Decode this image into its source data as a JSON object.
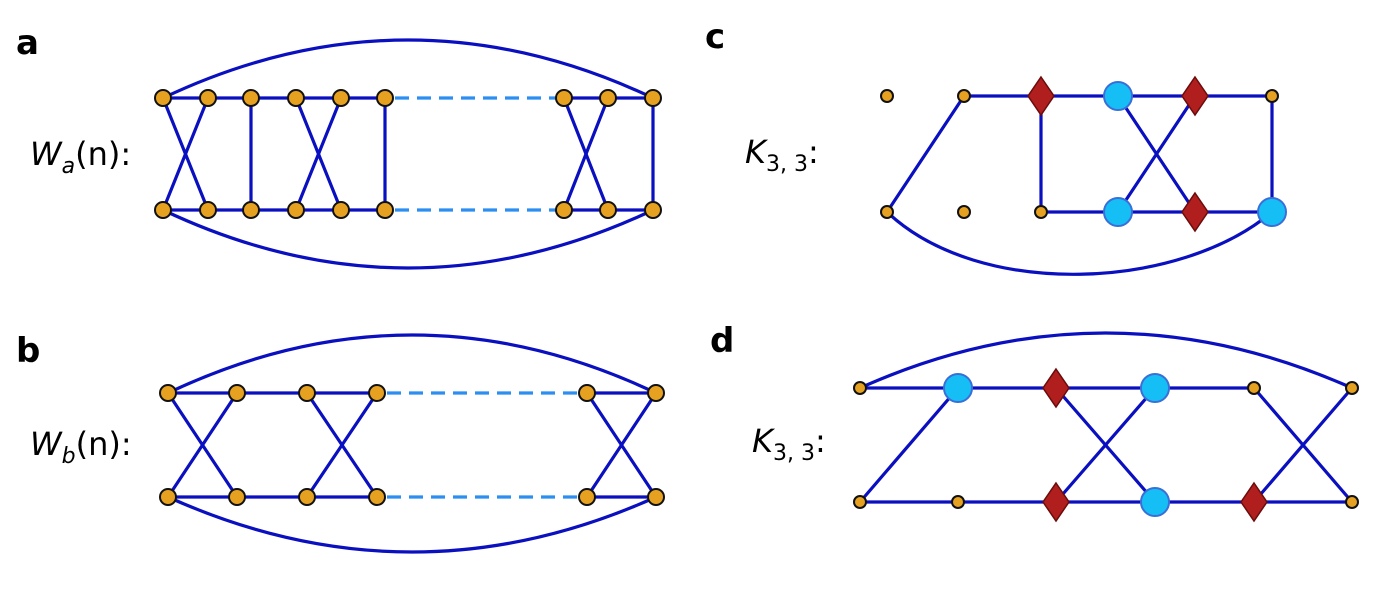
{
  "panels": {
    "a": {
      "letter": "a",
      "label_main": "W",
      "label_sub": "a",
      "label_arg": "(n):"
    },
    "b": {
      "letter": "b",
      "label_main": "W",
      "label_sub": "b",
      "label_arg": "(n):"
    },
    "c": {
      "letter": "c",
      "label_main": "K",
      "label_sub": "3, 3",
      "label_arg": ":"
    },
    "d": {
      "letter": "d",
      "label_main": "K",
      "label_sub": "3, 3",
      "label_arg": ":"
    }
  },
  "colors": {
    "edge": "#0a0fbf",
    "dashed_edge": "#2b8ef0",
    "vertex": "#e5a11f",
    "k33_part_circle": "#15bff5",
    "k33_part_diamond": "#b01e1e"
  }
}
